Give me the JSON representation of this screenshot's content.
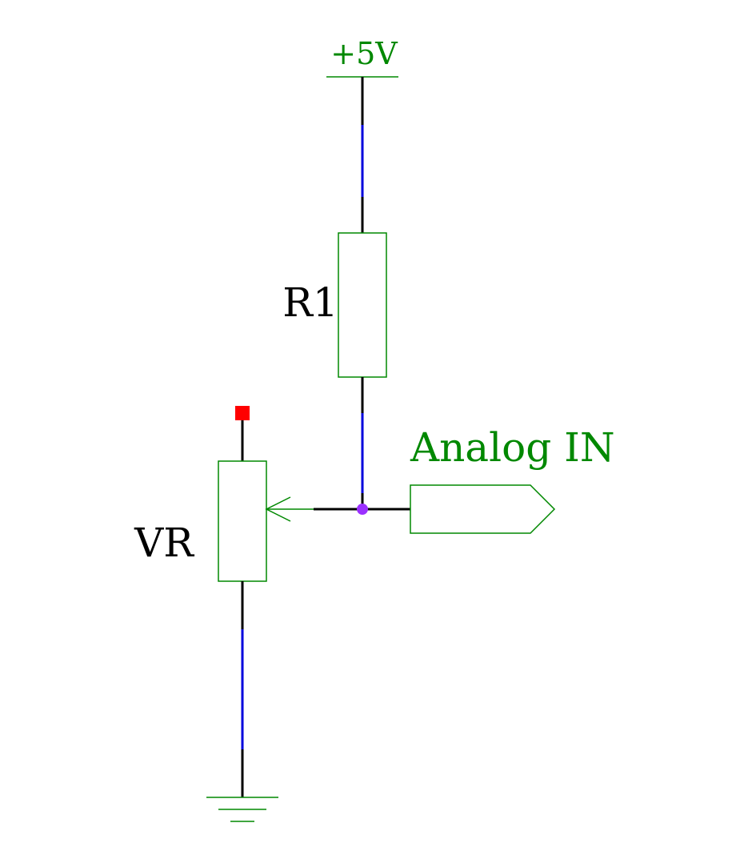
{
  "power": {
    "label": "+5V"
  },
  "resistor": {
    "label": "R1"
  },
  "potentiometer": {
    "label": "VR"
  },
  "port": {
    "label": "Analog IN"
  },
  "colors": {
    "wire": "#000000",
    "wire_highlight": "#0000dd",
    "symbol": "#008800",
    "label_text": "#000000",
    "net_label_text": "#008800",
    "junction": "#9b30ff",
    "pin_marker": "#ff0000",
    "background": "#ffffff"
  }
}
